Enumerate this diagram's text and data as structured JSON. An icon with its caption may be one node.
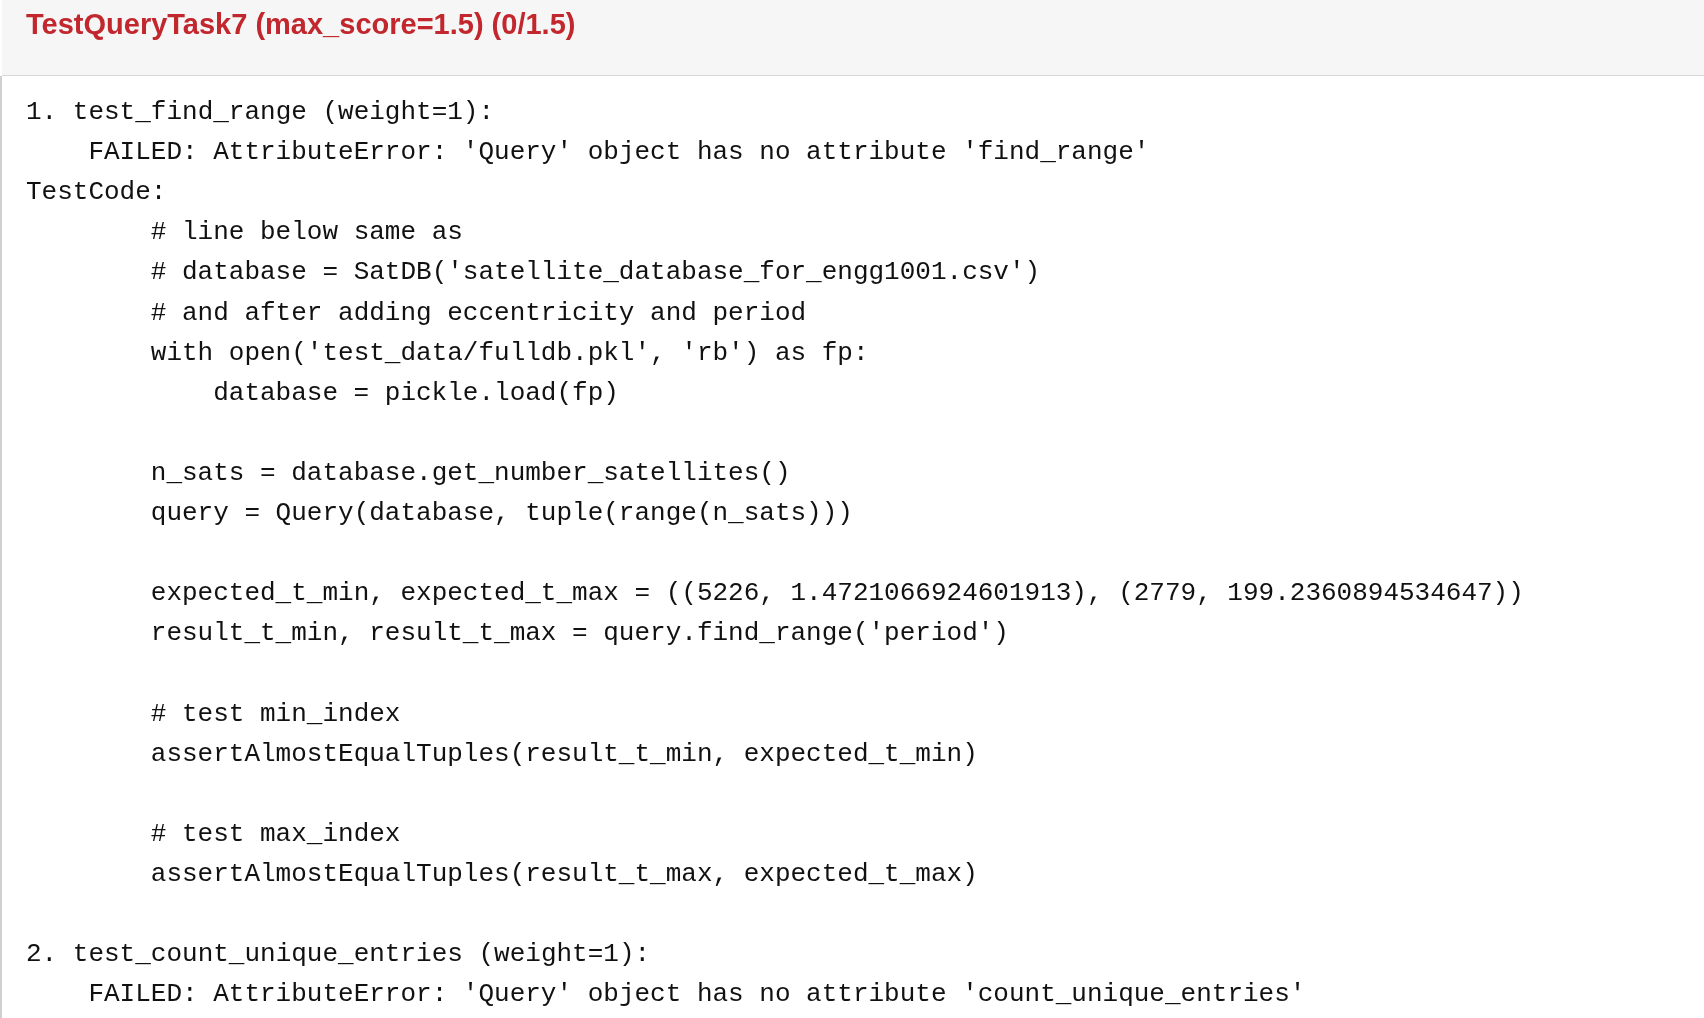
{
  "diagram": {
    "title": "TestQueryTask7 (max_score=1.5) (0/1.5)",
    "labels": [
      "1. test_find_range (weight=1):",
      "FAILED: AttributeError: 'Query' object has no attribute 'find_range'",
      "TestCode:",
      "# line below same as",
      "# database = SatDB('satellite_database_for_engg1001.csv')",
      "# and after adding eccentricity and period",
      "with open('test_data/fulldb.pkl', 'rb') as fp:",
      "database = pickle.load(fp)",
      "n_sats = database.get_number_satellites()",
      "query = Query(database, tuple(range(n_sats)))",
      "expected_t_min, expected_t_max = ((5226, 1.4721066924601913), (2779, 199.2360894534647))",
      "result_t_min, result_t_max = query.find_range('period')",
      "# test min_index",
      "assertAlmostEqualTuples(result_t_min, expected_t_min)",
      "# test max_index",
      "assertAlmostEqualTuples(result_t_max, expected_t_max)",
      "2. test_count_unique_entries (weight=1):",
      "FAILED: AttributeError: 'Query' object has no attribute 'count_unique_entries'"
    ]
  }
}
